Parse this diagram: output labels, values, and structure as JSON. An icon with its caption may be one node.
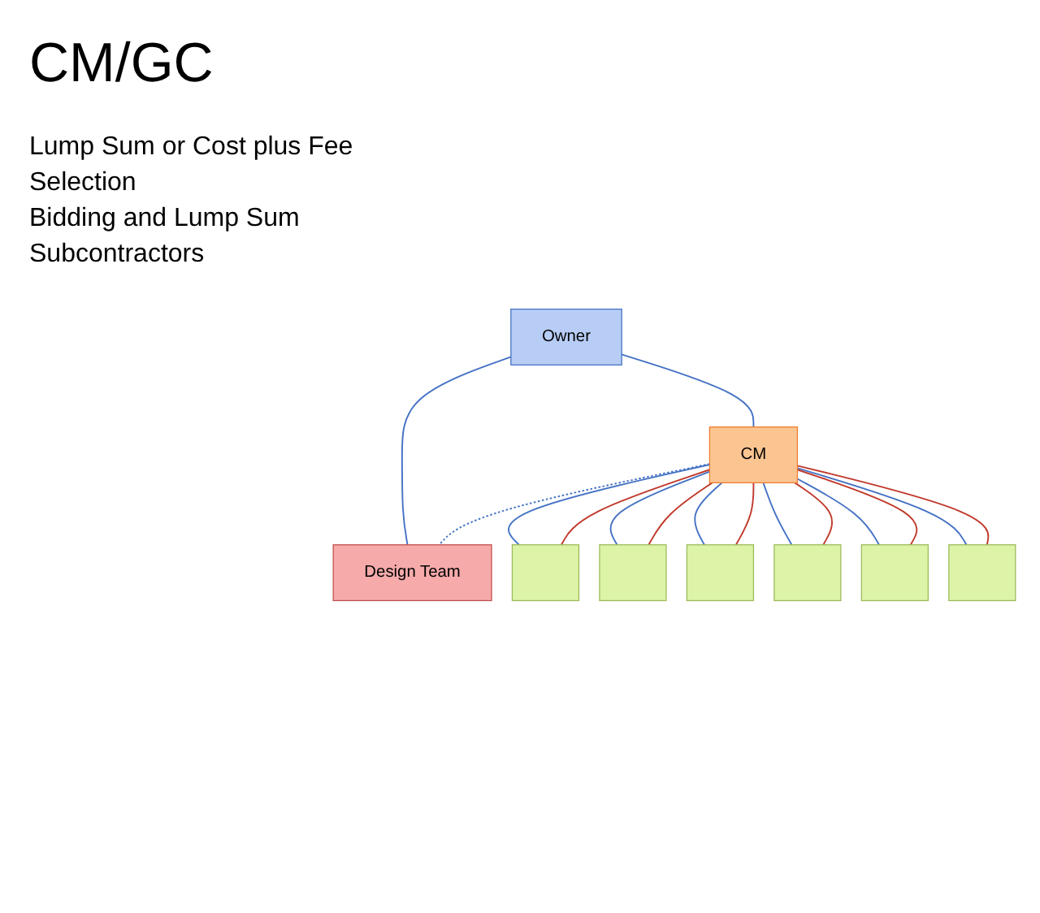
{
  "diagram": {
    "title": "CM/GC",
    "nodes": [
      {
        "text": [
          "Owner"
        ]
      },
      {
        "text": [
          "CM"
        ]
      },
      {
        "text": [
          "Design Team"
        ]
      },
      {
        "text": [],
        "shape": "box"
      },
      {
        "text": [],
        "shape": "box"
      },
      {
        "text": [],
        "shape": "box"
      },
      {
        "text": [],
        "shape": "box"
      },
      {
        "text": [],
        "shape": "box"
      },
      {
        "text": [],
        "shape": "box"
      }
    ],
    "edges": [
      {
        "from": 0,
        "to": 1,
        "arrow": "none"
      },
      {
        "from": 0,
        "to": 2,
        "arrow": "none"
      },
      {
        "from": 1,
        "to": 2,
        "arrow": "none",
        "style": "dashed"
      },
      {
        "from": 1,
        "to": 3,
        "arrow": "none"
      },
      {
        "from": 1,
        "to": 4,
        "arrow": "none"
      },
      {
        "from": 1,
        "to": 5,
        "arrow": "none"
      },
      {
        "from": 1,
        "to": 6,
        "arrow": "none"
      },
      {
        "from": 1,
        "to": 7,
        "arrow": "none"
      },
      {
        "from": 1,
        "to": 8,
        "arrow": "none"
      },
      {
        "from": 1,
        "to": 3,
        "arrow": "none",
        "color": "#c0392b"
      },
      {
        "from": 1,
        "to": 4,
        "arrow": "none",
        "color": "#c0392b"
      },
      {
        "from": 1,
        "to": 5,
        "arrow": "none",
        "color": "#c0392b"
      },
      {
        "from": 1,
        "to": 6,
        "arrow": "none",
        "color": "#c0392b"
      },
      {
        "from": 1,
        "to": 7,
        "arrow": "none",
        "color": "#c0392b"
      },
      {
        "from": 1,
        "to": 8,
        "arrow": "none",
        "color": "#c0392b"
      }
    ],
    "labels": [
      "Lump Sum or Cost plus Fee",
      "Selection",
      "Bidding and Lump Sum",
      "Subcontractors"
    ]
  }
}
